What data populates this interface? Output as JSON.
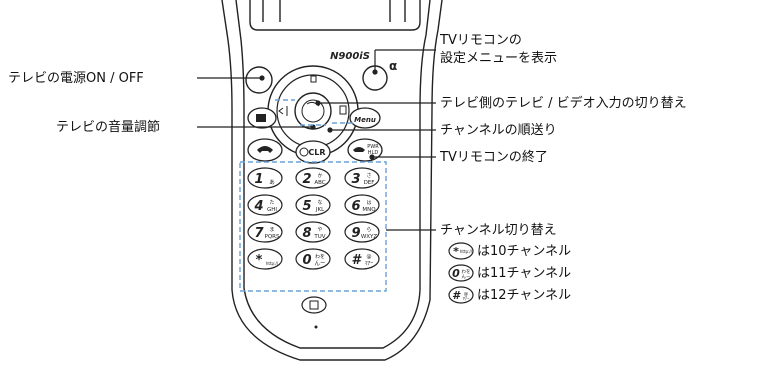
{
  "phone": {
    "model": "N900iS",
    "alpha_key": "α",
    "menu_key": "Menu",
    "clr_key": "CLR",
    "pwr_key_top": "PWR",
    "pwr_key_bottom": "HLD",
    "keypad": [
      {
        "digit": "1",
        "sub": "あ"
      },
      {
        "digit": "2",
        "sub": "ABC",
        "kana": "か"
      },
      {
        "digit": "3",
        "sub": "DEF",
        "kana": "さ"
      },
      {
        "digit": "4",
        "sub": "GHI",
        "kana": "た"
      },
      {
        "digit": "5",
        "sub": "JKL",
        "kana": "な"
      },
      {
        "digit": "6",
        "sub": "MNO",
        "kana": "は"
      },
      {
        "digit": "7",
        "sub": "PQRS",
        "kana": "ま"
      },
      {
        "digit": "8",
        "sub": "TUV",
        "kana": "や"
      },
      {
        "digit": "9",
        "sub": "WXYZ",
        "kana": "ら"
      },
      {
        "digit": "*",
        "sub": "http://"
      },
      {
        "digit": "0",
        "sub": "んー",
        "kana": "わを"
      },
      {
        "digit": "#",
        "sub": "ﾏｱｰ",
        "kana": "@"
      }
    ]
  },
  "labels": {
    "power": "テレビの電源ON / OFF",
    "tv_remote_menu_line1": "TVリモコンの",
    "tv_remote_menu_line2": "設定メニューを表示",
    "input_switch": "テレビ側のテレビ / ビデオ入力の切り替え",
    "channel_forward": "チャンネルの順送り",
    "volume": "テレビの音量調節",
    "remote_end": "TVリモコンの終了",
    "channel_switch_title": "チャンネル切り替え",
    "channel_switch_items": [
      {
        "key": "*",
        "text": "は10チャンネル"
      },
      {
        "key": "0",
        "text": "は11チャンネル"
      },
      {
        "key": "#",
        "text": "は12チャンネル"
      }
    ]
  },
  "colors": {
    "outline": "#222222",
    "highlight_dash": "#6aa0d8",
    "highlight_line": "#6aa0d8",
    "fill_blue": "#dbe8f6"
  }
}
